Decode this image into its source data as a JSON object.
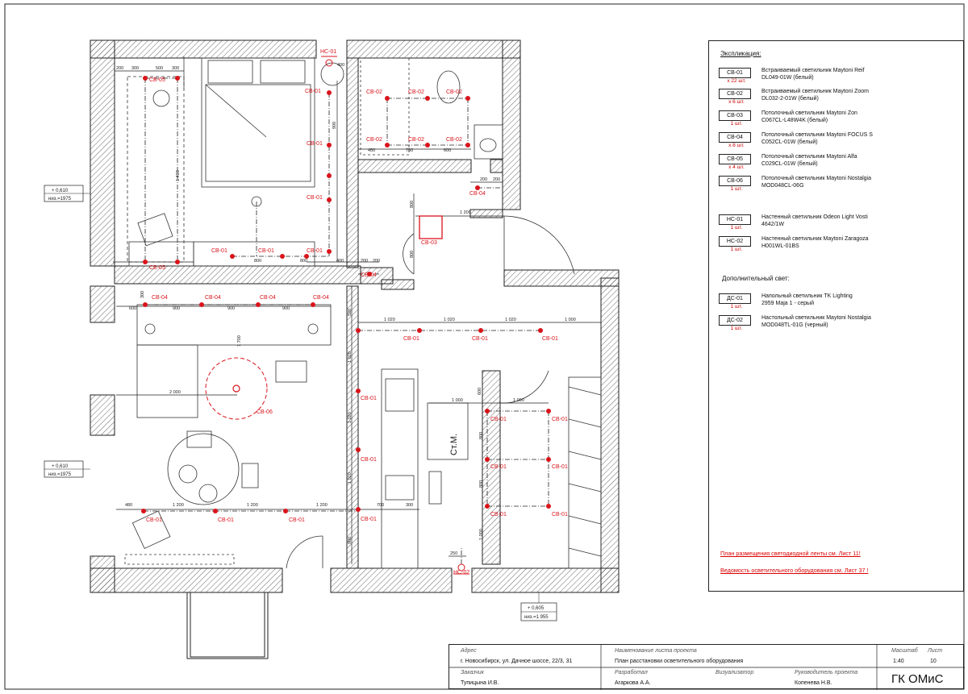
{
  "plan": {
    "fixture_labels": {
      "cb01": "CB-01",
      "cb02": "CB-02",
      "cb03": "CB-03",
      "cb04": "CB-04",
      "cb05": "CB-05",
      "cb06": "CB-06",
      "hc01": "HC-01",
      "hc02": "HC-02",
      "dc01": "ДС-01"
    },
    "room_label_washer": "Ст.М.",
    "dims": {
      "d200": "200",
      "d300": "300",
      "d500": "500",
      "d400": "400",
      "d900": "900",
      "d800": "800",
      "d1200": "1 200",
      "d1020": "1 020",
      "d1000": "1 000",
      "d2000": "2 000",
      "d1700": "1 700",
      "d480": "480",
      "d700": "700",
      "d600": "600",
      "d450": "450",
      "d750": "750",
      "d250": "250",
      "d520": "520",
      "d1400": "1 400",
      "d150": "150"
    },
    "levels": {
      "left_top": [
        "+ 0,610",
        "низ.=1975"
      ],
      "left_bottom": [
        "+ 0,610",
        "низ.=1975"
      ],
      "bottom": [
        "+ 0,605",
        "низ.=1 955"
      ]
    },
    "colors": {
      "fixture": "#d9141b",
      "wall": "#222222",
      "line": "#333333"
    }
  },
  "legend": {
    "title": "Экспликация:",
    "items": [
      {
        "code": "CB-01",
        "qty": "x 22 шт.",
        "name": "Встраиваемый светильник Maytoni Reif",
        "model": "DL049-01W (белый)"
      },
      {
        "code": "CB-02",
        "qty": "x 6 шт.",
        "name": "Встраиваемый светильник Maytoni Zoom",
        "model": "DL032-2-01W (белый)"
      },
      {
        "code": "CB-03",
        "qty": "1 шт.",
        "name": "Потолочный светильник Maytoni Zon",
        "model": "C067CL-L48W4K (белый)"
      },
      {
        "code": "CB-04",
        "qty": "x 8 шт.",
        "name": "Потолочный светильник Maytoni FOCUS S",
        "model": "C052CL-01W (белый)"
      },
      {
        "code": "CB-05",
        "qty": "x 4 шт.",
        "name": "Потолочный светильник Maytoni Alfa",
        "model": "C029CL-01W (белый)"
      },
      {
        "code": "CB-06",
        "qty": "1 шт.",
        "name": "Потолочный светильник Maytoni Nostalgia",
        "model": "MOD048CL-06G"
      }
    ],
    "wall_items": [
      {
        "code": "HC-01",
        "qty": "1 шт.",
        "name": "Настенный светильник Odeon Light Vosti",
        "model": "4642/1W"
      },
      {
        "code": "HC-02",
        "qty": "1 шт.",
        "name": "Настенный светильник Maytoni Zaragoza",
        "model": "H001WL-01BS"
      }
    ],
    "extra_title": "Дополнительный свет:",
    "extra_items": [
      {
        "code": "ДС-01",
        "qty": "1 шт.",
        "name": "Напольный светильник TK Lighting",
        "model": "2959 Maja 1 - серый"
      },
      {
        "code": "ДС-02",
        "qty": "1 шт.",
        "name": "Настольный светильник Maytoni Nostalgia",
        "model": "MOD048TL-01G (черный)"
      }
    ],
    "link1": "План размещения светодиодной ленты см. Лист 11!",
    "link2": "Ведомость осветительного оборудования см. Лист 37 !"
  },
  "titleblock": {
    "address_h": "Адрес",
    "address": "г. Новосибирск, ул. Дачное шоссе, 22/3, 31",
    "sheetname_h": "Наименование листа проекта",
    "sheetname": "План расстановки осветительного оборудования",
    "scale_h": "Масштаб",
    "scale": "1:40",
    "sheet_h": "Лист",
    "sheet": "10",
    "client_h": "Заказчик",
    "client": "Тупицына И.В.",
    "dev_h": "Разработал",
    "dev": "Агаркова А.А.",
    "vis_h": "Визуализатор",
    "vis": "",
    "head_h": "Руководитель проекта",
    "head": "Копенева Н.В.",
    "company": "ГК ОМиС"
  }
}
